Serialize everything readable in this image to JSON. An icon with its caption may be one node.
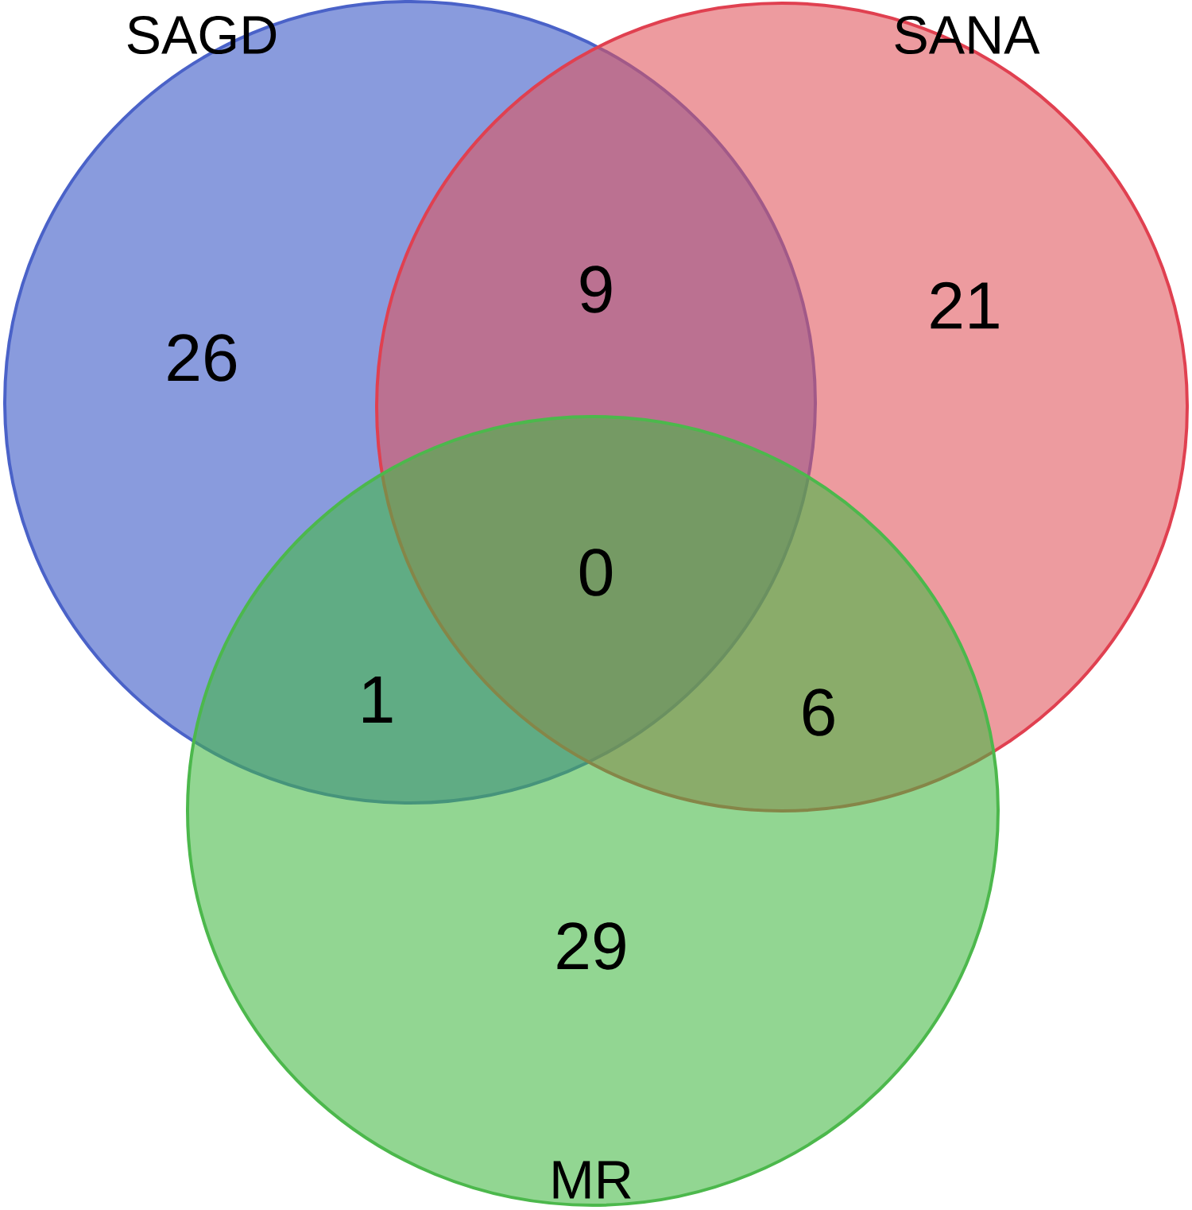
{
  "diagram": {
    "nodes": [
      {
        "text": [
          "SAGD"
        ]
      },
      {
        "text": [
          "SANA"
        ]
      },
      {
        "text": [
          "MR"
        ]
      }
    ],
    "labels": [
      "26",
      "9",
      "21",
      "0",
      "1",
      "6",
      "29"
    ]
  }
}
